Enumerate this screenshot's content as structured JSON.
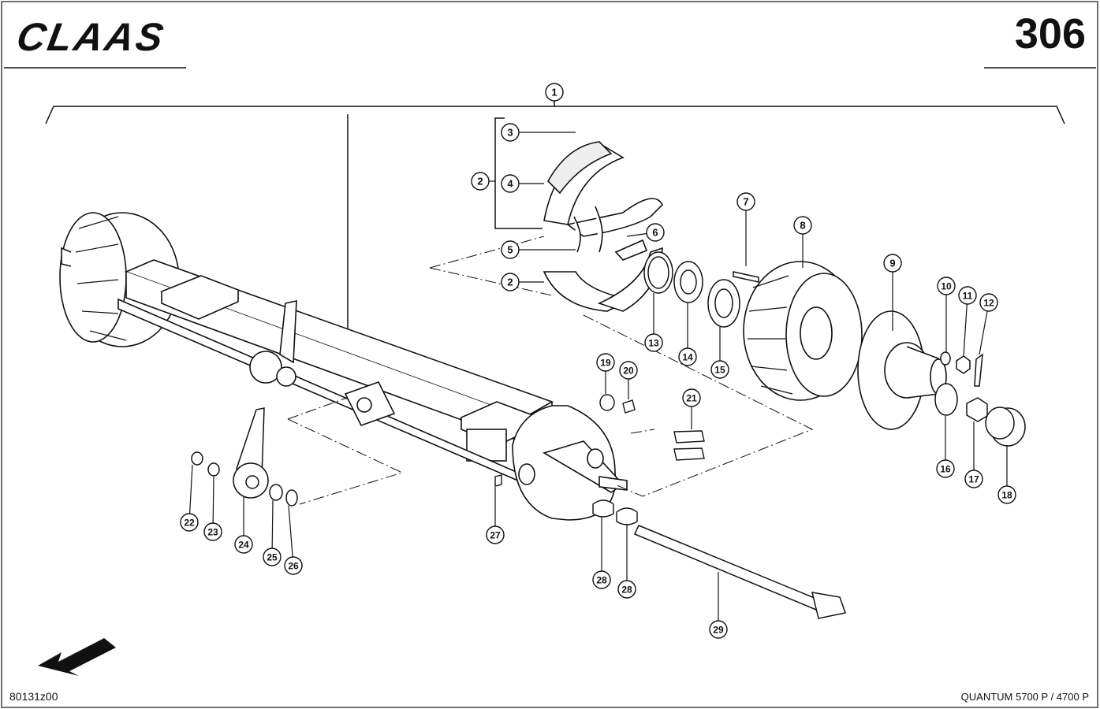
{
  "header": {
    "brand": "CLAAS",
    "page_number": "306"
  },
  "footer": {
    "drawing_code": "80131z00",
    "model": "QUANTUM 5700 P / 4700 P"
  },
  "callouts": [
    "1",
    "2",
    "3",
    "4",
    "5",
    "6",
    "2",
    "7",
    "8",
    "9",
    "10",
    "11",
    "12",
    "13",
    "14",
    "15",
    "16",
    "17",
    "18",
    "19",
    "20",
    "21",
    "22",
    "23",
    "24",
    "25",
    "26",
    "27",
    "28",
    "28",
    "29"
  ],
  "icons": {
    "direction": "arrow-down-left-icon"
  }
}
